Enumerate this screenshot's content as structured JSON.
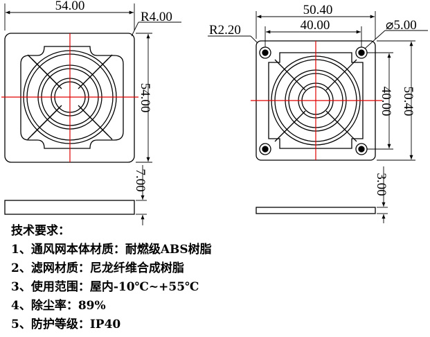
{
  "front_view": {
    "width_dim": "54.00",
    "height_dim": "54.00",
    "corner_radius": "R4.00"
  },
  "side_view_left": {
    "thickness_dim": "7.00"
  },
  "back_view": {
    "outer_dim": "50.40",
    "hole_spacing_h": "40.00",
    "hole_spacing_v": "40.00",
    "outer_dim_v": "50.40",
    "corner_radius": "R2.20",
    "hole_dia": "⌀5.00"
  },
  "side_view_right": {
    "thickness_dim": "3.00"
  },
  "notes": {
    "title": "技术要求：",
    "items": [
      "1、通风网本体材质：耐燃级ABS树脂",
      "2、滤网材质：尼龙纤维合成树脂",
      "3、使用范围：屋内-10℃~+55℃",
      "4、除尘率：89%",
      "5、防护等级：IP40"
    ]
  }
}
